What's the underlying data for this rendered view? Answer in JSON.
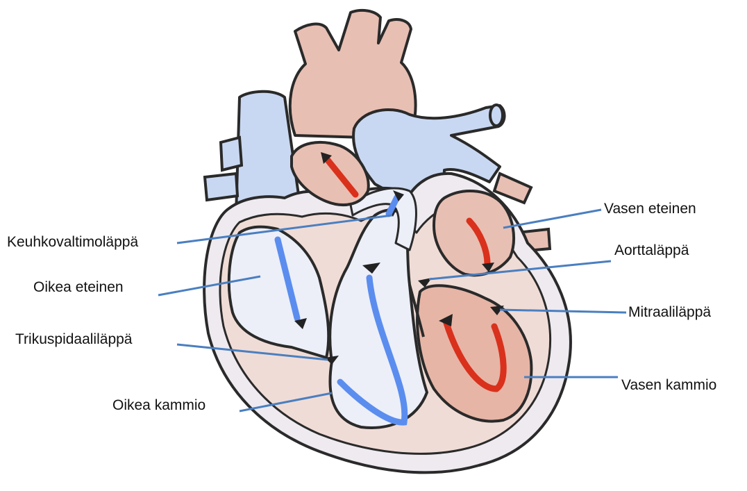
{
  "labels": {
    "keuhkovaltimolappa": "Keuhkovaltimoläppä",
    "oikea_eteinen": "Oikea eteinen",
    "trikuspidaalilappa": "Trikuspidaaliläppä",
    "oikea_kammio": "Oikea kammio",
    "vasen_eteinen": "Vasen eteinen",
    "aorttalappa": "Aorttaläppä",
    "mitraalilappa": "Mitraaliläppä",
    "vasen_kammio": "Vasen kammio"
  },
  "colors": {
    "outline": "#2a2a2a",
    "oxygen_poor": "#5b8def",
    "oxygen_rich": "#d9311c",
    "pink_fill": "#e8bfb3",
    "blue_fill": "#c9d8f2",
    "pale_fill": "#eef0f8",
    "leader_line": "#4a7fc0"
  }
}
